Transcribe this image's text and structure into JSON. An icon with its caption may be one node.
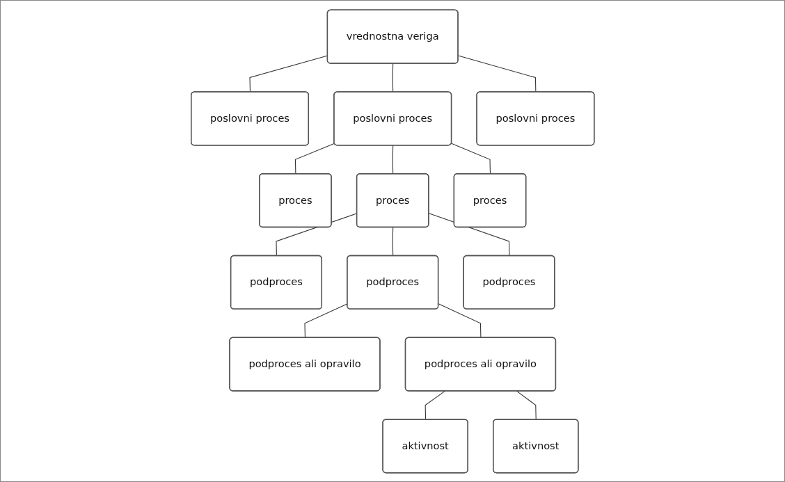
{
  "diagram": {
    "nodes": [
      {
        "text": [
          "vrednostna veriga"
        ]
      },
      {
        "text": [
          "poslovni proces"
        ]
      },
      {
        "text": [
          "poslovni proces"
        ]
      },
      {
        "text": [
          "poslovni proces"
        ]
      },
      {
        "text": [
          "proces"
        ]
      },
      {
        "text": [
          "proces"
        ]
      },
      {
        "text": [
          "proces"
        ]
      },
      {
        "text": [
          "podproces"
        ]
      },
      {
        "text": [
          "podproces"
        ]
      },
      {
        "text": [
          "podproces"
        ]
      },
      {
        "text": [
          "podproces ali opravilo"
        ]
      },
      {
        "text": [
          "podproces ali opravilo"
        ]
      },
      {
        "text": [
          "aktivnost"
        ]
      },
      {
        "text": [
          "aktivnost"
        ]
      }
    ],
    "edges": [
      {
        "from": 0,
        "to": 1,
        "arrow": "none"
      },
      {
        "from": 0,
        "to": 2,
        "arrow": "none"
      },
      {
        "from": 0,
        "to": 3,
        "arrow": "none"
      },
      {
        "from": 2,
        "to": 4,
        "arrow": "none"
      },
      {
        "from": 2,
        "to": 5,
        "arrow": "none"
      },
      {
        "from": 2,
        "to": 6,
        "arrow": "none"
      },
      {
        "from": 5,
        "to": 7,
        "arrow": "none"
      },
      {
        "from": 5,
        "to": 8,
        "arrow": "none"
      },
      {
        "from": 5,
        "to": 9,
        "arrow": "none"
      },
      {
        "from": 8,
        "to": 10,
        "arrow": "none"
      },
      {
        "from": 8,
        "to": 11,
        "arrow": "none"
      },
      {
        "from": 11,
        "to": 12,
        "arrow": "none"
      },
      {
        "from": 11,
        "to": 13,
        "arrow": "none"
      }
    ]
  }
}
